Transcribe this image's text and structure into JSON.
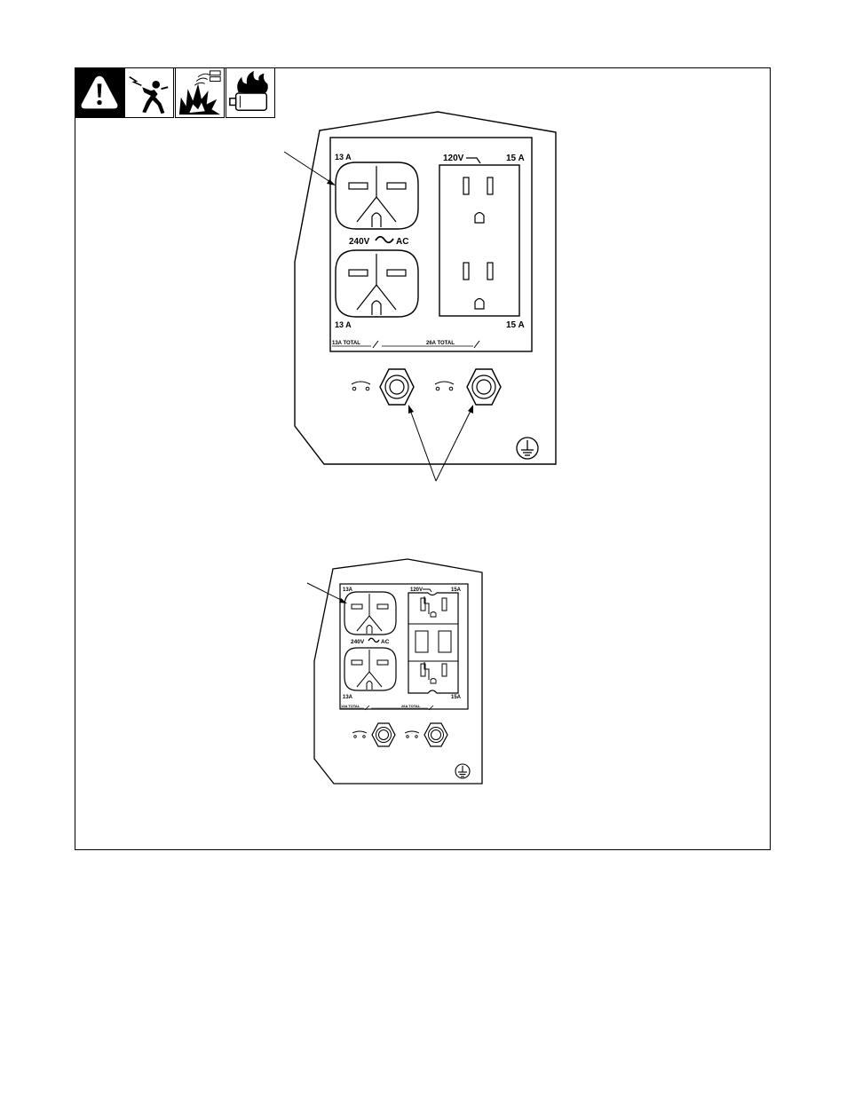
{
  "hazard_icons": [
    "warning-triangle-icon",
    "electric-shock-icon",
    "explosion-icon",
    "engine-fire-icon"
  ],
  "top_panel": {
    "left_receptacle_top_rating": "13 A",
    "voltage_label": "240V",
    "ac_label": "AC",
    "left_receptacle_bottom_rating": "13 A",
    "duplex_voltage": "120V",
    "duplex_top_rating": "15 A",
    "duplex_bottom_rating": "15 A",
    "left_total": "13A TOTAL",
    "right_total": "26A TOTAL"
  },
  "bottom_panel": {
    "left_receptacle_top_rating": "13A",
    "voltage_label": "240V",
    "ac_label": "AC",
    "left_receptacle_bottom_rating": "13A",
    "duplex_voltage": "120V",
    "duplex_top_rating": "15A",
    "duplex_bottom_rating": "15A",
    "left_total": "13A TOTAL",
    "right_total": "26A TOTAL"
  }
}
